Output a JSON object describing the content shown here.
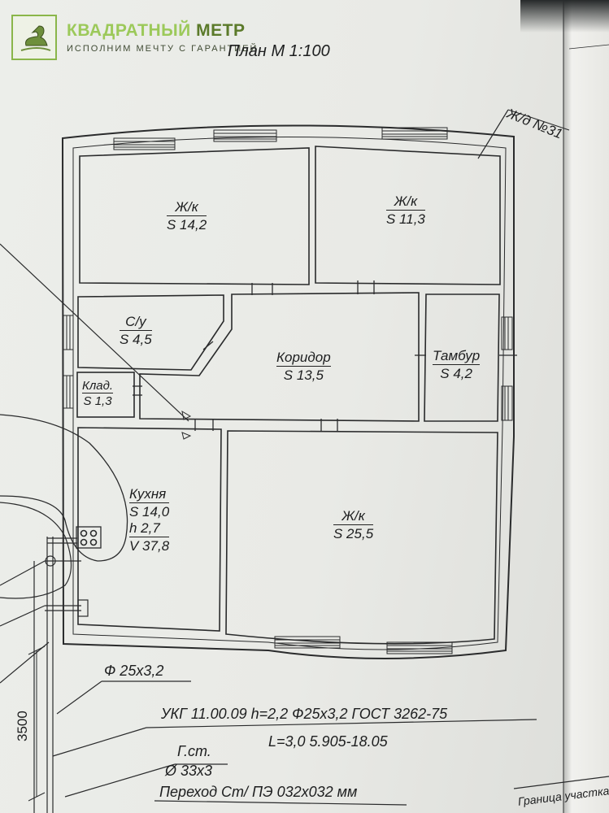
{
  "logo": {
    "name_part1": "КВАДРАТНЫЙ",
    "name_part2": "МЕТР",
    "slogan": "ИСПОЛНИМ МЕЧТУ С ГАРАНТИЕЙ",
    "icon": "goose-icon",
    "color": "#9cc95a"
  },
  "plan": {
    "title": "План М 1:100",
    "building_label": "Ж/д №31",
    "rooms": [
      {
        "name": "Ж/к",
        "area": "S 14,2"
      },
      {
        "name": "Ж/к",
        "area": "S 11,3"
      },
      {
        "name": "С/у",
        "area": "S 4,5"
      },
      {
        "name": "Коридор",
        "area": "S 13,5"
      },
      {
        "name": "Тамбур",
        "area": "S 4,2"
      },
      {
        "name": "Клад.",
        "area": "S 1,3"
      },
      {
        "name": "Кухня",
        "area": "S 14,0",
        "extra": [
          "h 2,7",
          "V 37,8"
        ]
      },
      {
        "name": "Ж/к",
        "area": "S 25,5"
      }
    ]
  },
  "notes": {
    "pipe_size": "Ф 25х3,2",
    "ukg_line": "УКГ 11.00.09 h=2,2 Ф25х3,2 ГОСТ 3262-75",
    "ukg_sub": "L=3,0  5.905-18.05",
    "gst": "Г.ст.",
    "gst_size": "Ø 33х3",
    "transition": "Переход Ст/ ПЭ 032х032 мм",
    "dimension": "3500",
    "boundary": "Граница участка"
  }
}
